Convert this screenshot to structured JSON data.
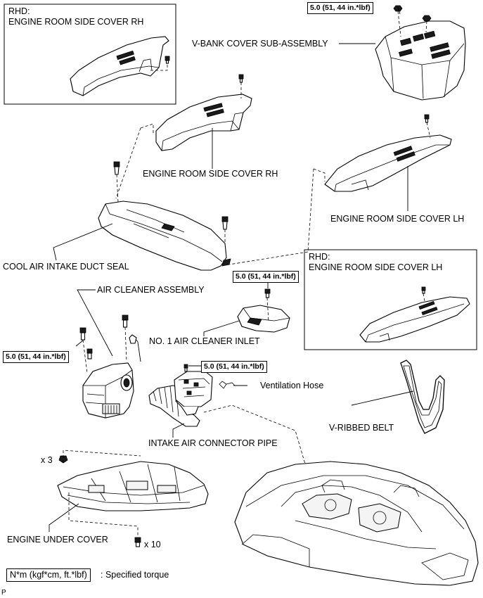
{
  "boxes": {
    "rhd_rh": {
      "title_line1": "RHD:",
      "title_line2": "ENGINE ROOM SIDE COVER RH"
    },
    "rhd_lh": {
      "title_line1": "RHD:",
      "title_line2": "ENGINE ROOM SIDE COVER LH"
    }
  },
  "labels": {
    "v_bank_cover": "V-BANK COVER SUB-ASSEMBLY",
    "engine_room_side_cover_rh": "ENGINE ROOM SIDE COVER RH",
    "engine_room_side_cover_lh": "ENGINE ROOM SIDE COVER LH",
    "cool_air_intake_duct_seal": "COOL AIR INTAKE DUCT SEAL",
    "air_cleaner_assembly": "AIR CLEANER ASSEMBLY",
    "no1_air_cleaner_inlet": "NO. 1 AIR CLEANER INLET",
    "ventilation_hose": "Ventilation Hose",
    "v_ribbed_belt": "V-RIBBED BELT",
    "intake_air_connector_pipe": "INTAKE AIR CONNECTOR PIPE",
    "engine_under_cover": "ENGINE UNDER COVER",
    "qty_x3": "x 3",
    "qty_x10": "x 10",
    "corner_mark": "P"
  },
  "torque": {
    "v_bank": "5.0 (51, 44 in.*lbf)",
    "air_cleaner_inlet": "5.0 (51, 44 in.*lbf)",
    "air_cleaner_assembly": "5.0 (51, 44 in.*lbf)",
    "connector_pipe": "5.0 (51, 44 in.*lbf)"
  },
  "legend": {
    "unit": "N*m (kgf*cm, ft.*lbf)",
    "meaning": ": Specified torque"
  }
}
